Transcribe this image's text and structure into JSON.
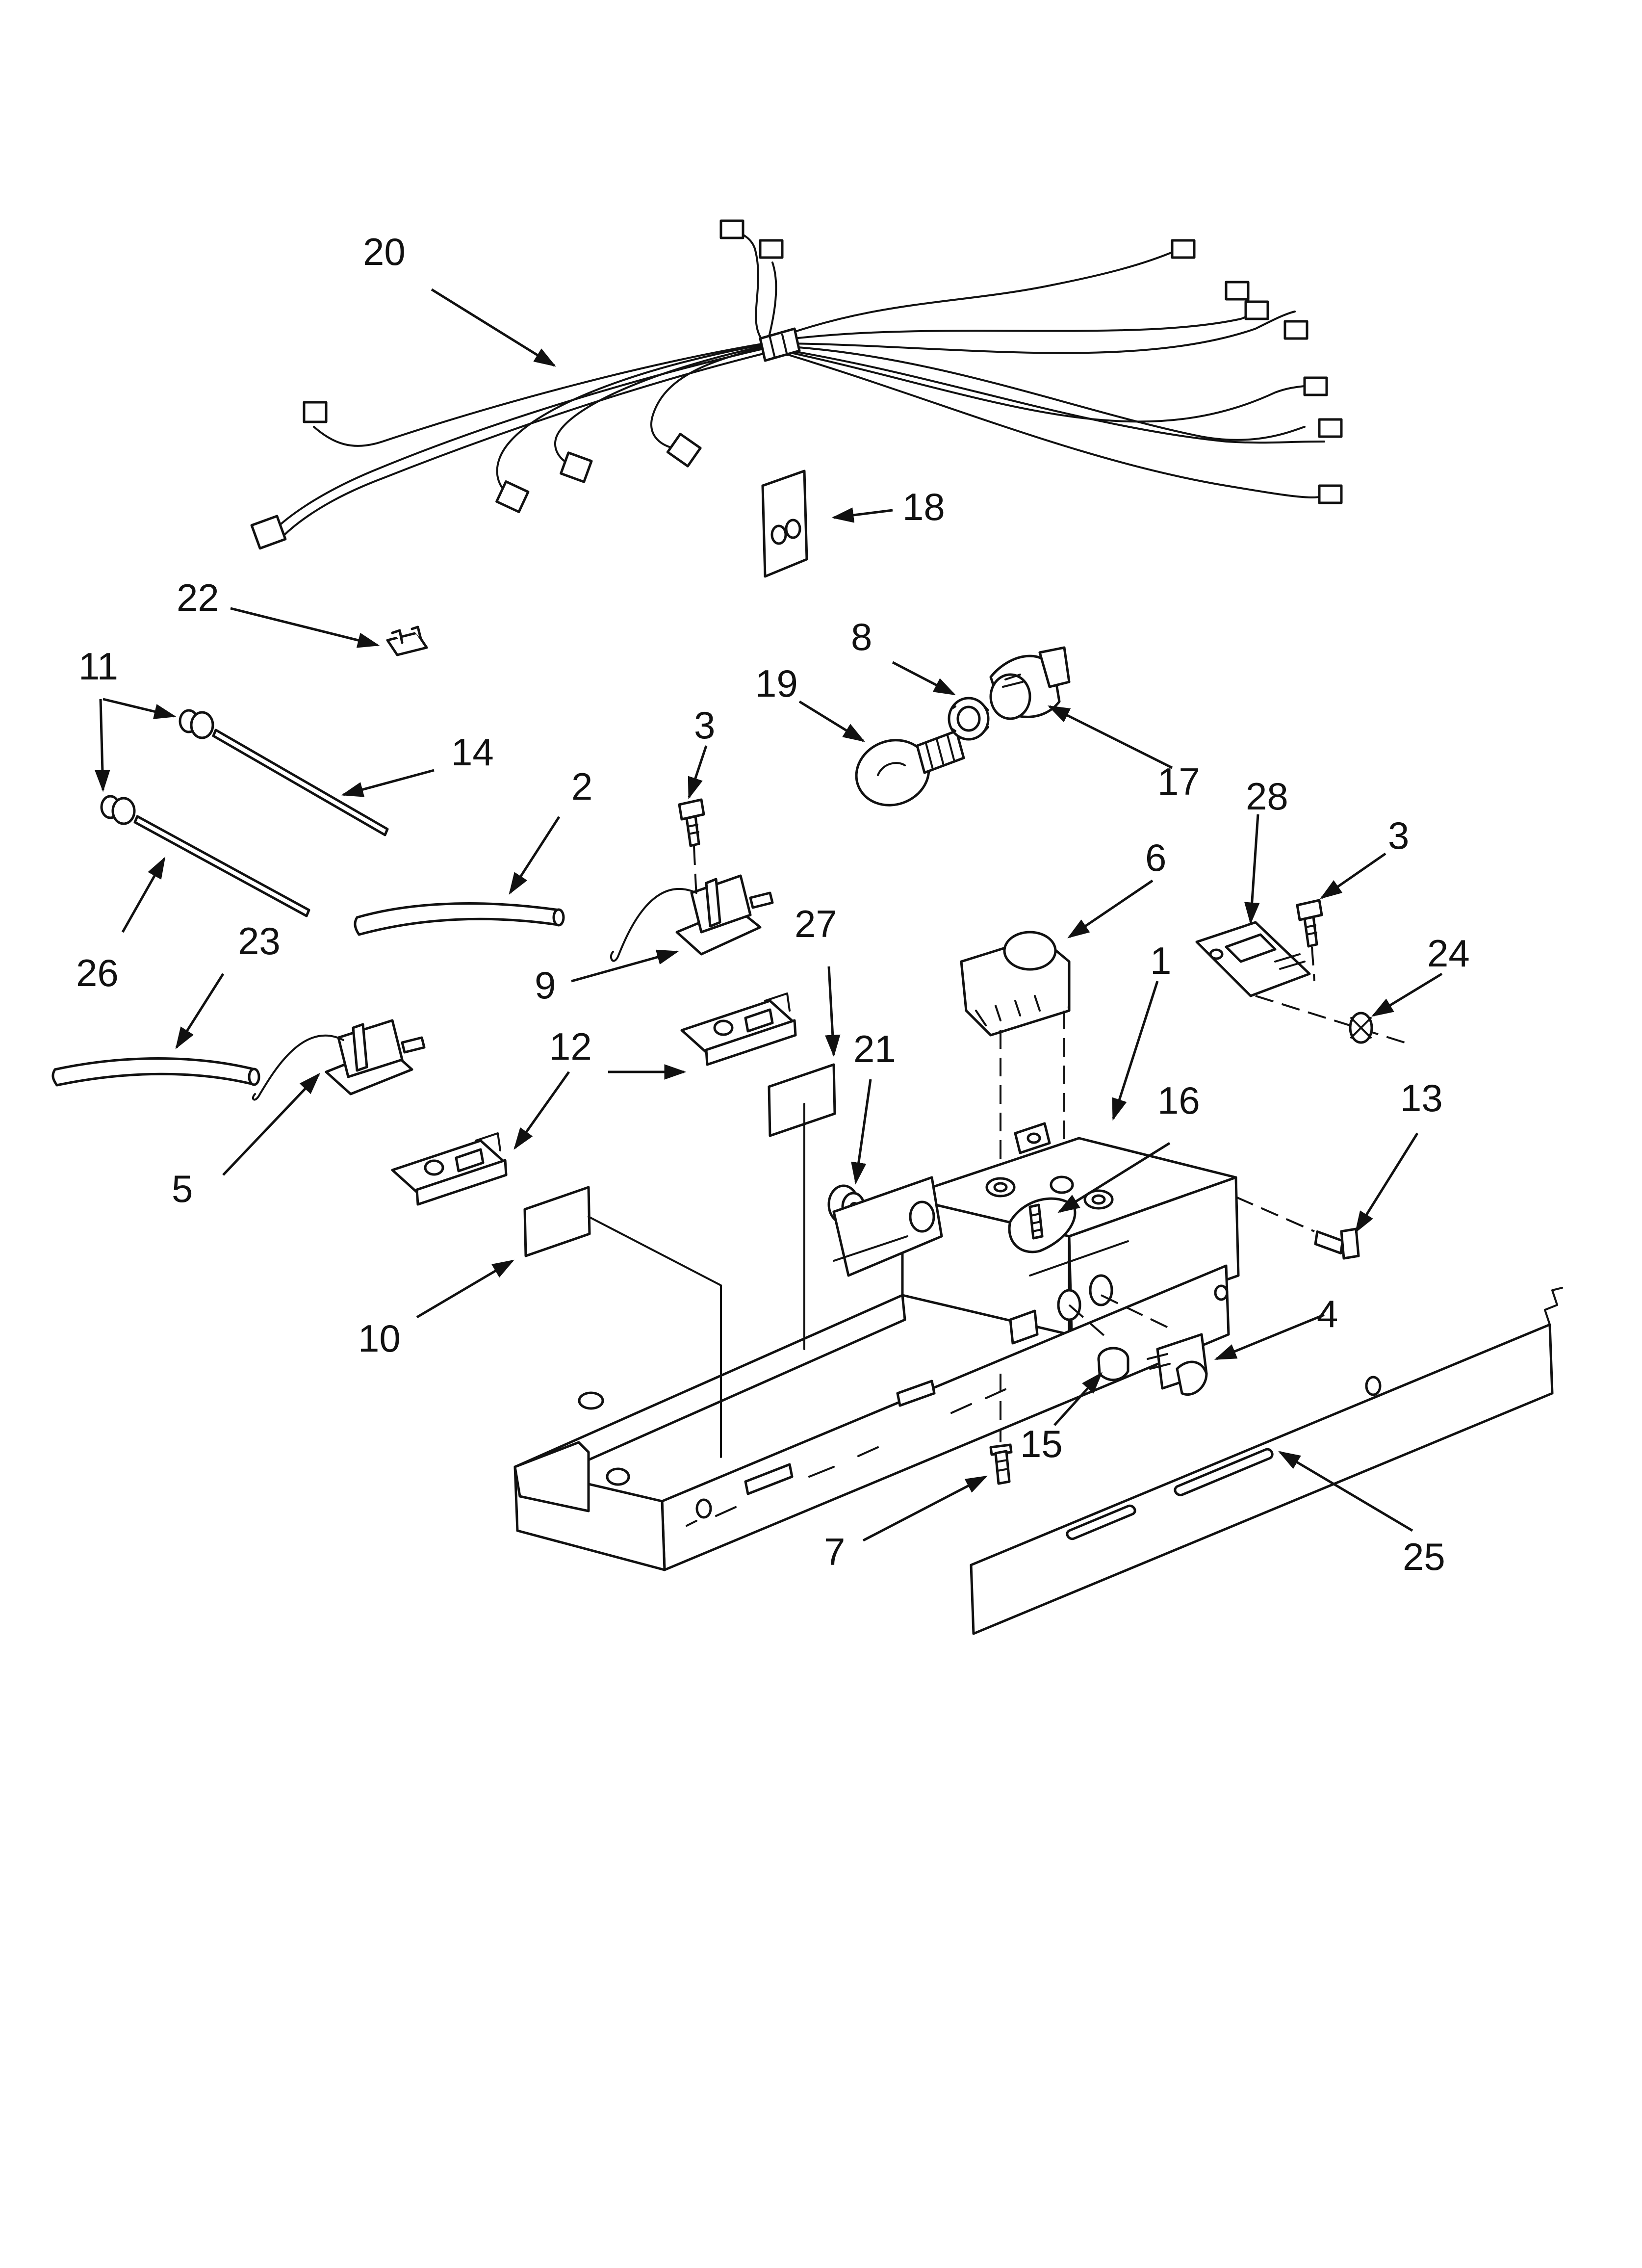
{
  "diagram": {
    "callouts": [
      {
        "id": "c20",
        "text": "20"
      },
      {
        "id": "c18",
        "text": "18"
      },
      {
        "id": "c22",
        "text": "22"
      },
      {
        "id": "c11",
        "text": "11"
      },
      {
        "id": "c14",
        "text": "14"
      },
      {
        "id": "c26",
        "text": "26"
      },
      {
        "id": "c8",
        "text": "8"
      },
      {
        "id": "c19",
        "text": "19"
      },
      {
        "id": "c17",
        "text": "17"
      },
      {
        "id": "c3a",
        "text": "3"
      },
      {
        "id": "c2",
        "text": "2"
      },
      {
        "id": "c9",
        "text": "9"
      },
      {
        "id": "c23",
        "text": "23"
      },
      {
        "id": "c27",
        "text": "27"
      },
      {
        "id": "c21",
        "text": "21"
      },
      {
        "id": "c12",
        "text": "12"
      },
      {
        "id": "c5",
        "text": "5"
      },
      {
        "id": "c10",
        "text": "10"
      },
      {
        "id": "c28",
        "text": "28"
      },
      {
        "id": "c3b",
        "text": "3"
      },
      {
        "id": "c6",
        "text": "6"
      },
      {
        "id": "c24",
        "text": "24"
      },
      {
        "id": "c1",
        "text": "1"
      },
      {
        "id": "c16",
        "text": "16"
      },
      {
        "id": "c13",
        "text": "13"
      },
      {
        "id": "c4",
        "text": "4"
      },
      {
        "id": "c15",
        "text": "15"
      },
      {
        "id": "c7",
        "text": "7"
      },
      {
        "id": "c25",
        "text": "25"
      }
    ]
  },
  "style": {
    "ink": "#111111",
    "paper": "#ffffff"
  }
}
